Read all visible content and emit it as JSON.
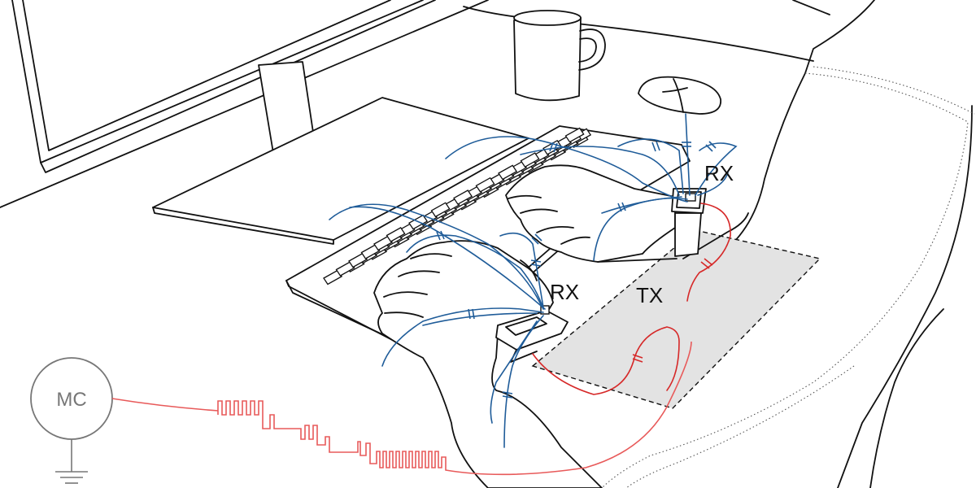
{
  "labels": {
    "rx_top": "RX",
    "rx_bottom": "RX",
    "tx": "TX",
    "mc": "MC"
  },
  "colors": {
    "ink": "#111111",
    "field_lines": "#1f5c99",
    "signal": "#e03b3b",
    "tx_pad_fill": "#e3e3e3",
    "mc_circle": "#777777"
  }
}
